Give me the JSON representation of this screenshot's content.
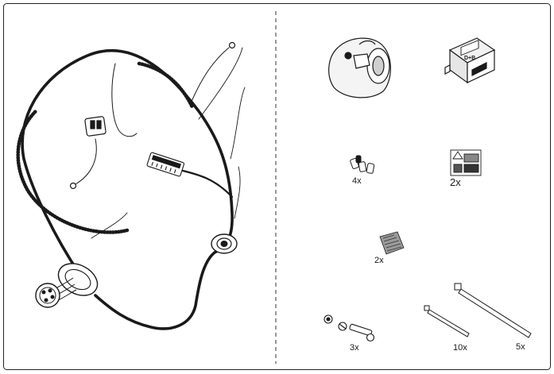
{
  "kit": {
    "items": [
      {
        "id": "socket",
        "quantity": ""
      },
      {
        "id": "module",
        "quantity": ""
      },
      {
        "id": "clips",
        "quantity": "4x"
      },
      {
        "id": "sticker",
        "quantity": "2x"
      },
      {
        "id": "foam",
        "quantity": "2x"
      },
      {
        "id": "bolts",
        "quantity": "3x"
      },
      {
        "id": "small-ties",
        "quantity": "10x"
      },
      {
        "id": "large-ties",
        "quantity": "5x"
      }
    ]
  },
  "module_label": "D+B",
  "colors": {
    "line": "#1a1a1a",
    "frame": "#222222",
    "divider": "#333333"
  }
}
